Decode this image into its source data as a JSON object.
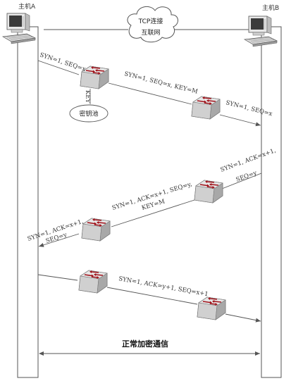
{
  "hosts": {
    "a": "主机A",
    "b": "主机B"
  },
  "cloud": {
    "line1": "TCP连接",
    "line2": "互联网"
  },
  "key_pool": {
    "label": "密钥池",
    "key_label": "KEY"
  },
  "messages": {
    "m1": "SYN=1, SEQ=x",
    "m2": "SYN=1, SEQ=x, KEY=M",
    "m3": "SYN=1, SEQ=x",
    "m4_line1": "SYN=1, ACK=x+1,",
    "m4_line2": "SEQ=y",
    "m5_line1": "SYN=1, ACK=x+1, SEQ=y,",
    "m5_line2": "KEY=M",
    "m6_line1": "SYN=1, ACK=x+1,",
    "m6_line2": "SEQ=y",
    "m7": "SYN=1, ACK=y+1, SEQ=x+1"
  },
  "normal_comm": "正常加密通信",
  "colors": {
    "router_face": "#d8d8d8",
    "router_arrow": "#a0121a",
    "line": "#555555"
  }
}
